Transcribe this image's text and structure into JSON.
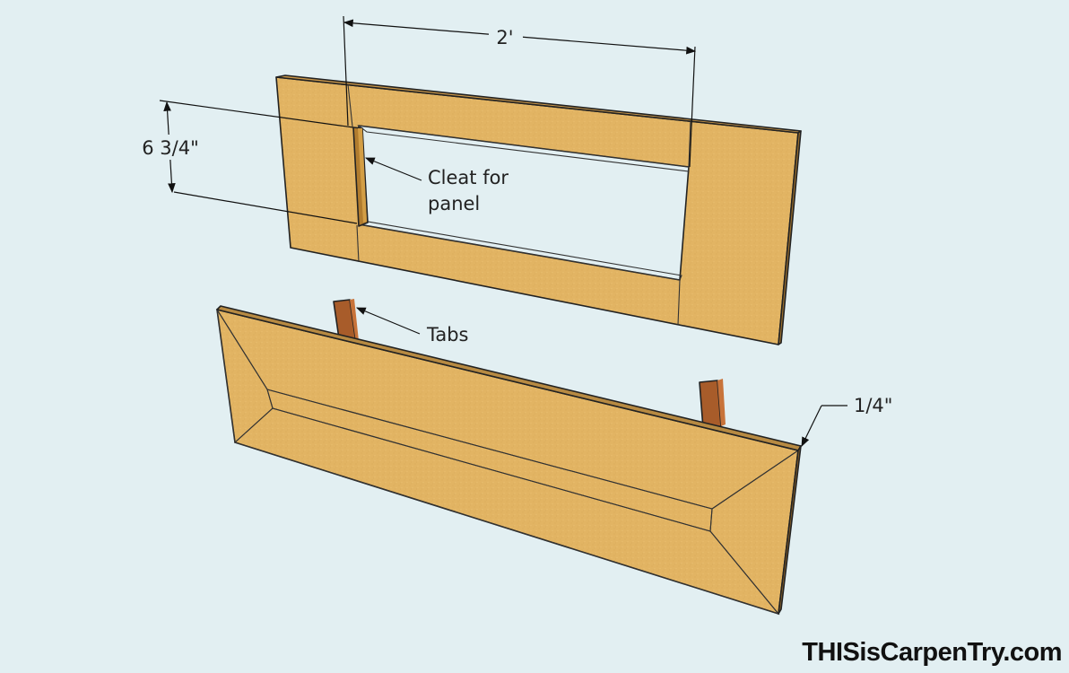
{
  "diagram": {
    "dimensions": {
      "width_label": "2'",
      "height_label": "6 3/4\"",
      "thickness_label": "1/4\""
    },
    "callouts": {
      "cleat_line1": "Cleat for",
      "cleat_line2": "panel",
      "tabs": "Tabs"
    },
    "watermark": "THISisCarpenTry.com",
    "colors": {
      "background": "#e2eff2",
      "wood_face": "#e4b666",
      "wood_edge": "#a07634",
      "tab_wood": "#a65a2a"
    }
  }
}
